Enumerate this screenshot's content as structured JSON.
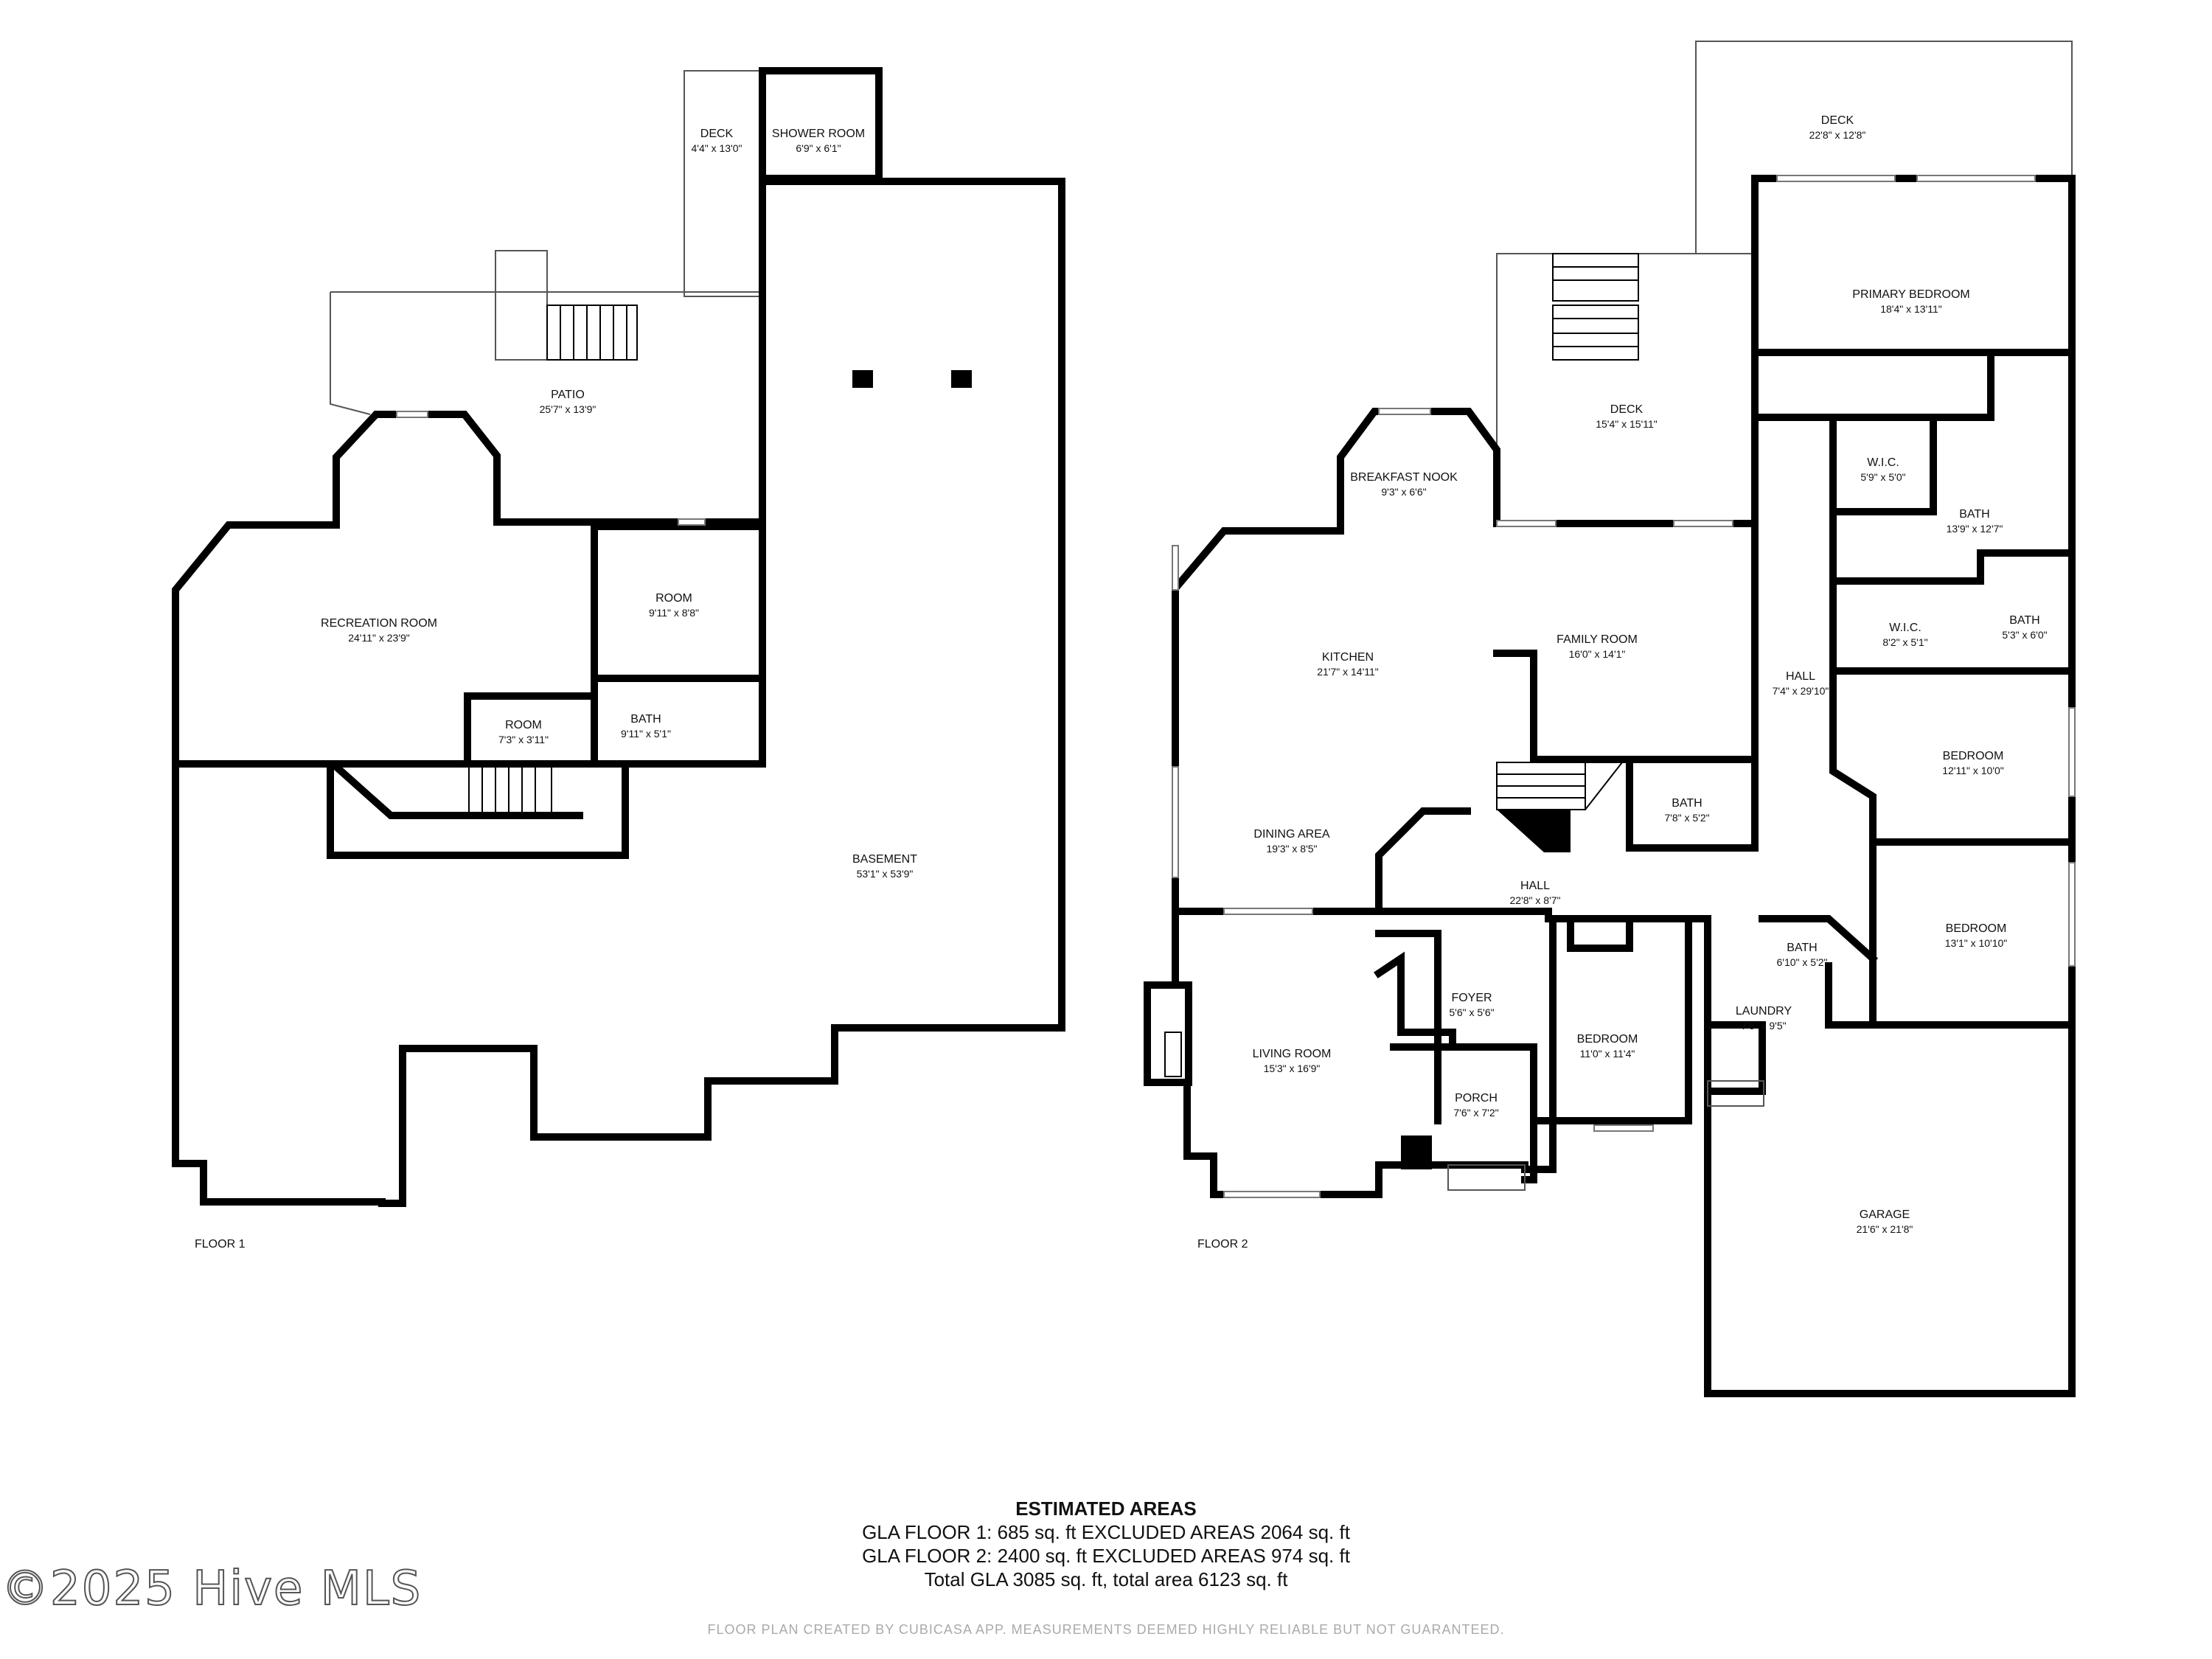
{
  "floor1": {
    "label": "FLOOR 1",
    "rooms": [
      {
        "name": "DECK",
        "dims": "4'4\" x 13'0\""
      },
      {
        "name": "SHOWER ROOM",
        "dims": "6'9\" x 6'1\""
      },
      {
        "name": "PATIO",
        "dims": "25'7\" x 13'9\""
      },
      {
        "name": "RECREATION ROOM",
        "dims": "24'11\" x 23'9\""
      },
      {
        "name": "ROOM",
        "dims": "9'11\" x 8'8\""
      },
      {
        "name": "BATH",
        "dims": "9'11\" x 5'1\""
      },
      {
        "name": "ROOM",
        "dims": "7'3\" x 3'11\""
      },
      {
        "name": "BASEMENT",
        "dims": "53'1\" x 53'9\""
      }
    ]
  },
  "floor2": {
    "label": "FLOOR 2",
    "rooms": [
      {
        "name": "DECK",
        "dims": "22'8\" x 12'8\""
      },
      {
        "name": "PRIMARY BEDROOM",
        "dims": "18'4\" x 13'11\""
      },
      {
        "name": "DECK",
        "dims": "15'4\" x 15'11\""
      },
      {
        "name": "BREAKFAST NOOK",
        "dims": "9'3\" x 6'6\""
      },
      {
        "name": "W.I.C.",
        "dims": "5'9\" x 5'0\""
      },
      {
        "name": "BATH",
        "dims": "13'9\" x 12'7\""
      },
      {
        "name": "W.I.C.",
        "dims": "8'2\" x 5'1\""
      },
      {
        "name": "BATH",
        "dims": "5'3\" x 6'0\""
      },
      {
        "name": "KITCHEN",
        "dims": "21'7\" x 14'11\""
      },
      {
        "name": "FAMILY ROOM",
        "dims": "16'0\" x 14'1\""
      },
      {
        "name": "HALL",
        "dims": "7'4\" x 29'10\""
      },
      {
        "name": "BEDROOM",
        "dims": "12'11\" x 10'0\""
      },
      {
        "name": "BATH",
        "dims": "7'8\" x 5'2\""
      },
      {
        "name": "DINING AREA",
        "dims": "19'3\" x 8'5\""
      },
      {
        "name": "HALL",
        "dims": "22'8\" x 8'7\""
      },
      {
        "name": "BEDROOM",
        "dims": "13'1\" x 10'10\""
      },
      {
        "name": "BATH",
        "dims": "6'10\" x 5'2\""
      },
      {
        "name": "FOYER",
        "dims": "5'6\" x 5'6\""
      },
      {
        "name": "LAUNDRY",
        "dims": "7'6\" x 9'5\""
      },
      {
        "name": "LIVING ROOM",
        "dims": "15'3\" x 16'9\""
      },
      {
        "name": "BEDROOM",
        "dims": "11'0\" x 11'4\""
      },
      {
        "name": "PORCH",
        "dims": "7'6\" x 7'2\""
      },
      {
        "name": "GARAGE",
        "dims": "21'6\" x 21'8\""
      }
    ]
  },
  "areas": {
    "title": "ESTIMATED AREAS",
    "line1": "GLA FLOOR 1: 685 sq. ft EXCLUDED AREAS 2064 sq. ft",
    "line2": "GLA FLOOR 2: 2400 sq. ft EXCLUDED AREAS 974 sq. ft",
    "line3": "Total GLA 3085 sq. ft, total area 6123 sq. ft"
  },
  "watermark": "©2025 Hive MLS",
  "disclaimer": "FLOOR PLAN CREATED BY CUBICASA APP. MEASUREMENTS DEEMED HIGHLY RELIABLE BUT NOT GUARANTEED."
}
